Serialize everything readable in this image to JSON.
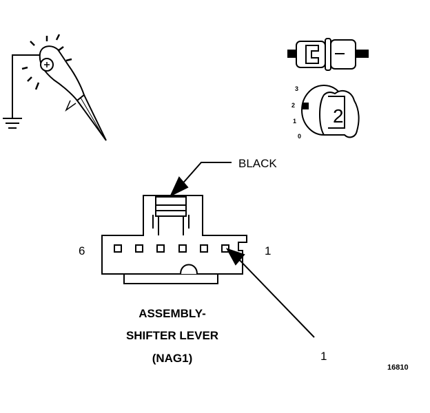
{
  "labels": {
    "wire_color": "BLACK",
    "pin_left": "6",
    "pin_right": "1",
    "callout": "1",
    "figure_number": "16810"
  },
  "title_lines": [
    "ASSEMBLY-",
    "SHIFTER LEVER",
    "(NAG1)"
  ],
  "meter": {
    "dial_marks": [
      "3",
      "2",
      "1",
      "0"
    ],
    "knob_label": "2"
  },
  "icons": [
    "test-light-probe-icon",
    "ground-symbol-icon",
    "fuse-connector-icon",
    "meter-dial-icon"
  ]
}
